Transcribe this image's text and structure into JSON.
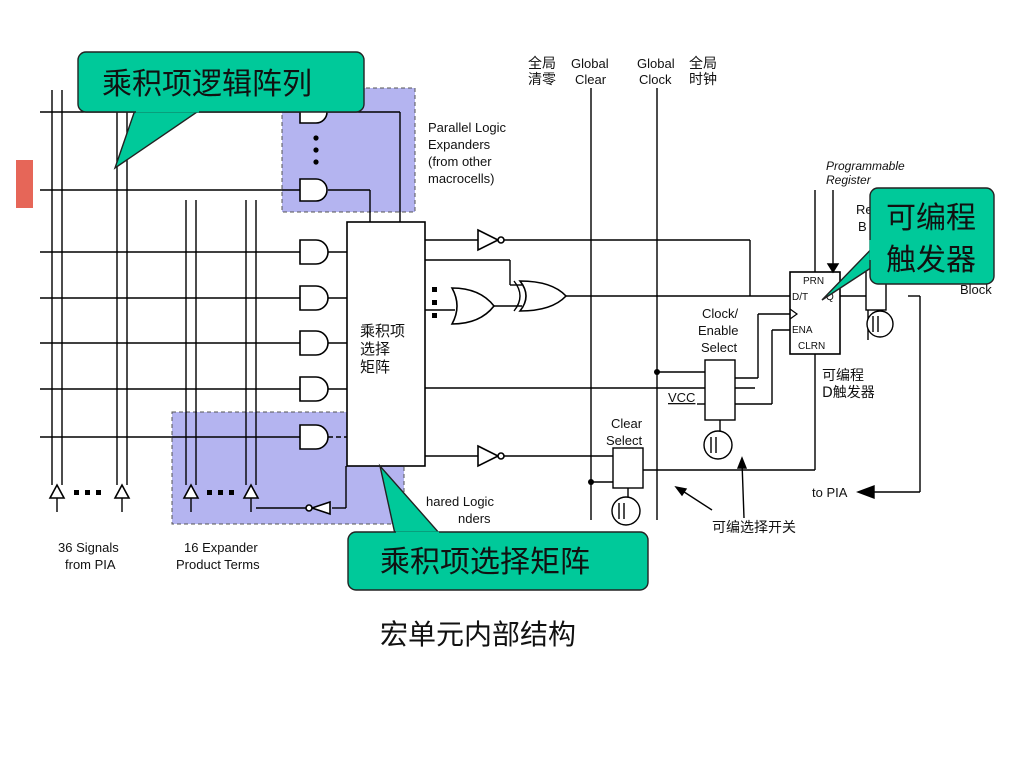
{
  "callouts": {
    "product_term_array": "乘积项逻辑阵列",
    "programmable_ff_line1": "可编程",
    "programmable_ff_line2": "触发器",
    "product_term_select_matrix": "乘积项选择矩阵"
  },
  "labels": {
    "global_clear_cn": [
      "全局",
      "清零"
    ],
    "global_clear_en": [
      "Global",
      "Clear"
    ],
    "global_clock_en": [
      "Global",
      "Clock"
    ],
    "global_clock_cn": [
      "全局",
      "时钟"
    ],
    "parallel_expanders": [
      "Parallel Logic",
      "Expanders",
      "(from other",
      "macrocells)"
    ],
    "programmable_register": [
      "Programmable",
      "Register"
    ],
    "register_bypass_partial": [
      "Re",
      "B"
    ],
    "block_partial": "Block",
    "matrix_box": [
      "乘积项",
      "选择",
      "矩阵"
    ],
    "clock_enable_select": [
      "Clock/",
      "Enable",
      "Select"
    ],
    "vcc": "VCC",
    "clear_select": [
      "Clear",
      "Select"
    ],
    "ff_label": [
      "可编程",
      "D触发器"
    ],
    "ff_pins": {
      "prn": "PRN",
      "dt": "D/T",
      "q": "Q",
      "ena": "ENA",
      "clrn": "CLRN"
    },
    "to_pia": "to PIA",
    "shared_expanders_partial": [
      "hared Logic",
      "nders"
    ],
    "programmable_switch": "可编选择开关",
    "pia_signals": [
      "36 Signals",
      "from PIA"
    ],
    "expander_terms": [
      "16 Expander",
      "Product Terms"
    ]
  },
  "caption": "宏单元内部结构",
  "colors": {
    "callout_fill": "#00c99a",
    "expander_fill": "#b4b4f0",
    "accent_red": "#e24b3b"
  }
}
